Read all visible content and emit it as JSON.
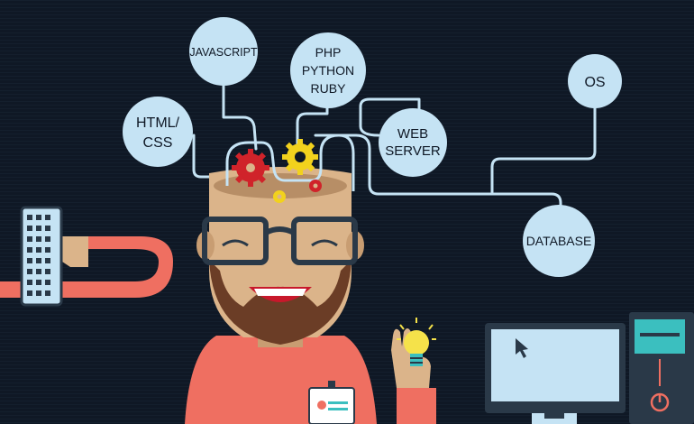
{
  "bubbles": {
    "javascript": "JAVASCRIPT",
    "backend_1": "PHP",
    "backend_2": "PYTHON",
    "backend_3": "RUBY",
    "html_1": "HTML/",
    "html_2": "CSS",
    "web_1": "WEB",
    "web_2": "SERVER",
    "os": "OS",
    "database": "DATABASE"
  },
  "colors": {
    "background": "#0f1825",
    "bubble": "#c5e3f4",
    "line": "#c5e3f4",
    "skin": "#dbb48a",
    "beard": "#6b3d26",
    "shirt": "#ef6f61",
    "glasses": "#2a3948",
    "gear_red": "#d0232a",
    "gear_yellow": "#f2d21d",
    "bulb": "#f5e24a",
    "monitor": "#c5e3f4",
    "tower_accent": "#3bbfbf"
  },
  "icons": [
    "gear-icon",
    "lightbulb-icon",
    "cursor-icon",
    "power-icon",
    "keyboard-icon",
    "id-badge-icon"
  ]
}
